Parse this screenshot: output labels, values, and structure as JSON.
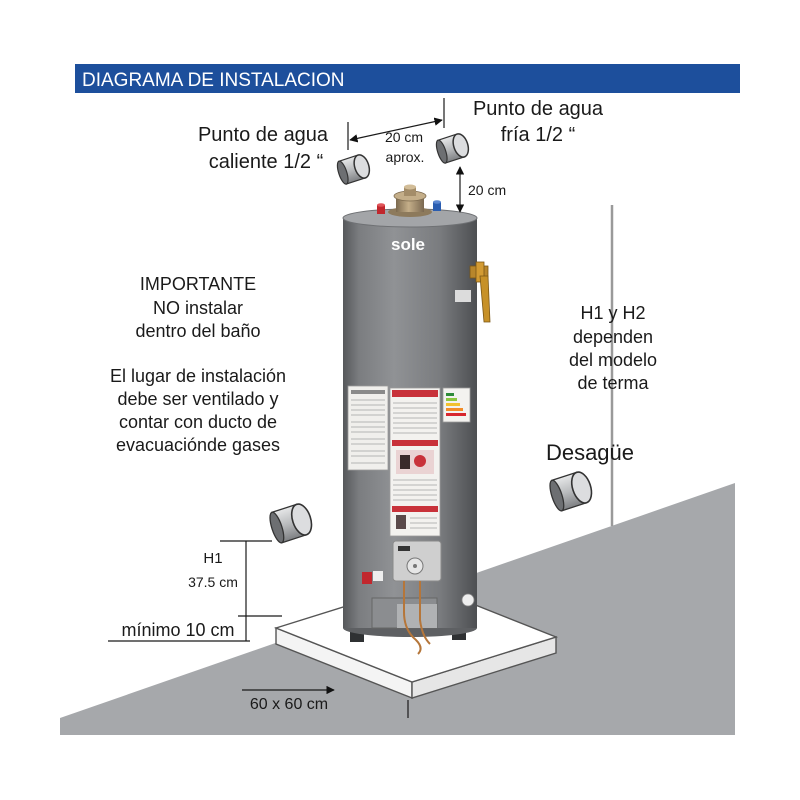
{
  "header": {
    "title": "DIAGRAMA DE INSTALACION"
  },
  "hot_water": {
    "line1": "Punto de agua",
    "line2": "caliente 1/2 “"
  },
  "cold_water": {
    "line1": "Punto de agua",
    "line2": "fría 1/2 “"
  },
  "spacing": {
    "line1": "20 cm",
    "line2": "aprox."
  },
  "top_clearance": "20 cm",
  "brand": "sole",
  "important_note": {
    "lines": [
      "IMPORTANTE",
      "NO instalar",
      "dentro del baño"
    ]
  },
  "ventilation_note": {
    "lines": [
      "El lugar de instalación",
      "debe ser ventilado y",
      "contar con ducto de",
      "evacuaciónde gases"
    ]
  },
  "height_note": {
    "lines": [
      "H1 y H2",
      "dependen",
      "del modelo",
      "de terma"
    ]
  },
  "drain": "Desagüe",
  "h1": {
    "label": "H1",
    "value": "37.5 cm"
  },
  "min_height": "mínimo 10 cm",
  "base_size": "60 x 60 cm",
  "icons": [
    "water-heater-icon",
    "pipe-icon",
    "valve-icon",
    "flue-icon"
  ],
  "colors": {
    "header_bg": "#1d4f9c",
    "floor": "#a6a8ab",
    "tank": "#7d7f82",
    "hot_connector": "#c1272d",
    "cold_connector": "#2a5db0",
    "valve": "#c79128"
  }
}
